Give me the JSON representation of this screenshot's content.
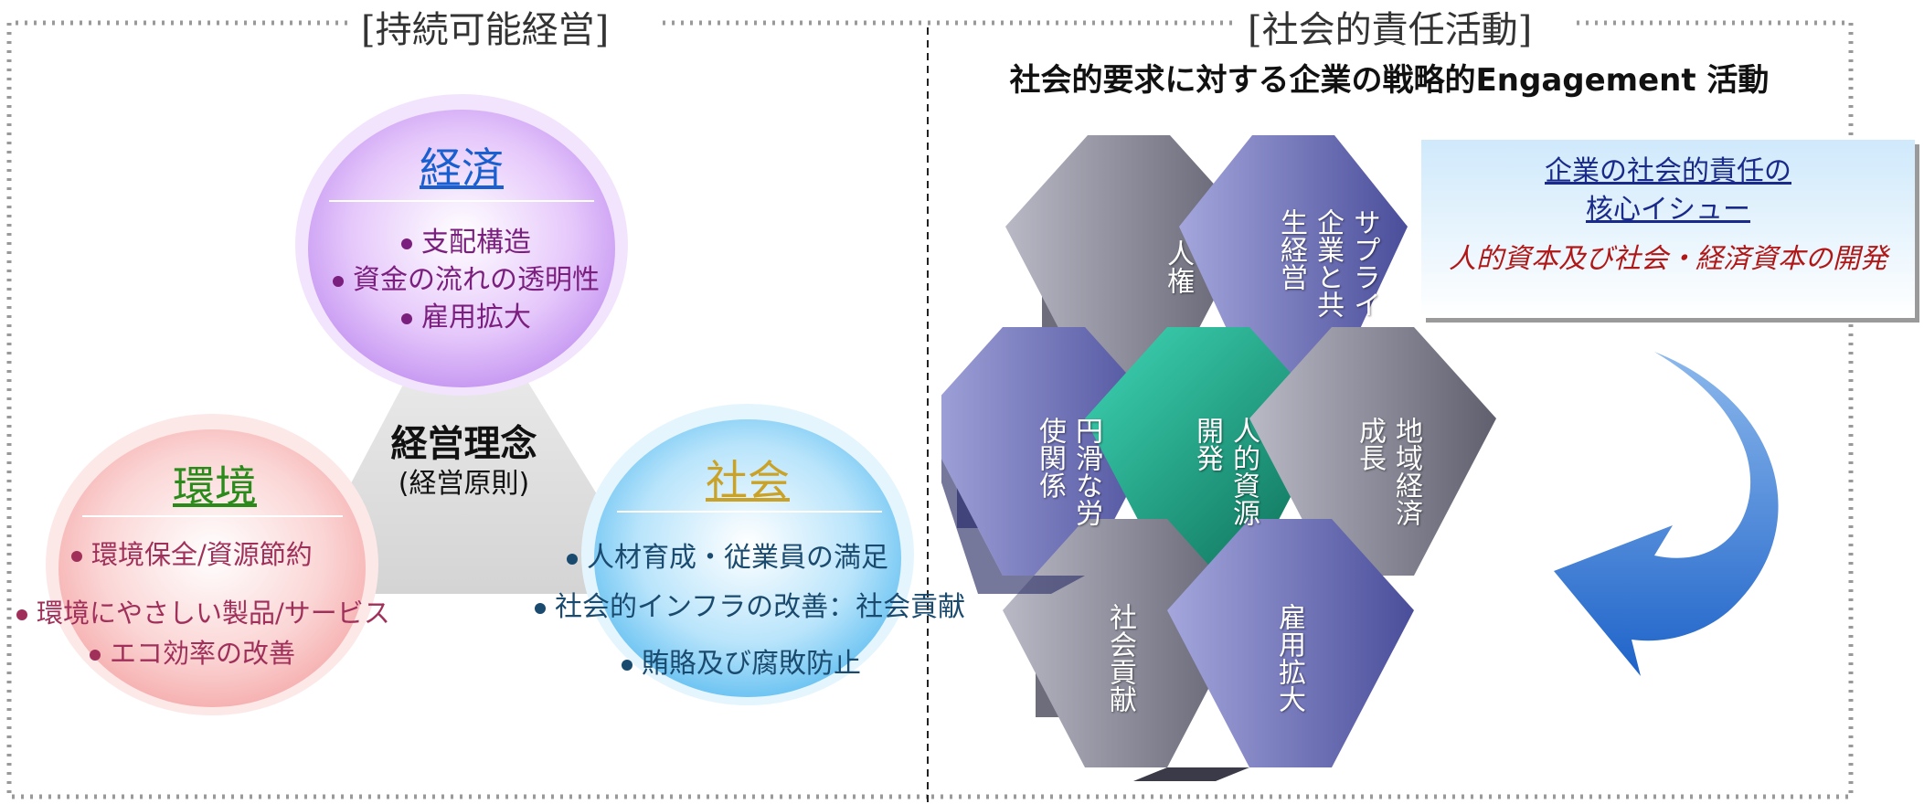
{
  "left": {
    "title": "[持続可能経営]",
    "center_title": "経営理念",
    "center_subtitle": "(経営原則)",
    "economy": {
      "title": "経済",
      "items": [
        "支配構造",
        "資金の流れの透明性",
        "雇用拡大"
      ]
    },
    "environment": {
      "title": "環境",
      "items": [
        "環境保全/資源節約",
        "環境にやさしい製品/サービス",
        "エコ効率の改善"
      ]
    },
    "society": {
      "title": "社会",
      "items": [
        "人材育成・従業員の満足",
        "社会的インフラの改善：社会貢献",
        "賄賂及び腐敗防止"
      ]
    }
  },
  "right": {
    "title": "[社会的責任活動]",
    "subtitle": "社会的要求に対する企業の戦略的Engagement 活動",
    "hexes": {
      "human_rights": "人権",
      "supply": "サプライ企業と共生経営",
      "labor": "円滑な労使関係",
      "center": "人的資源開発",
      "regional": "地域経済成長",
      "contribution": "社会貢献",
      "employment": "雇用拡大"
    },
    "issue_box": {
      "heading_line1": "企業の社会的責任の",
      "heading_line2": "核心イシュー",
      "body": "人的資本及び社会・経済資本の開発"
    }
  },
  "colors": {
    "economy_title": "#1a5fcf",
    "economy_text": "#7b1f7e",
    "environment_title": "#2a8a1a",
    "environment_text": "#a0305a",
    "society_title": "#c9a227",
    "society_text": "#1a4a6e",
    "issue_heading": "#1a2a8a",
    "issue_body": "#b01818"
  }
}
